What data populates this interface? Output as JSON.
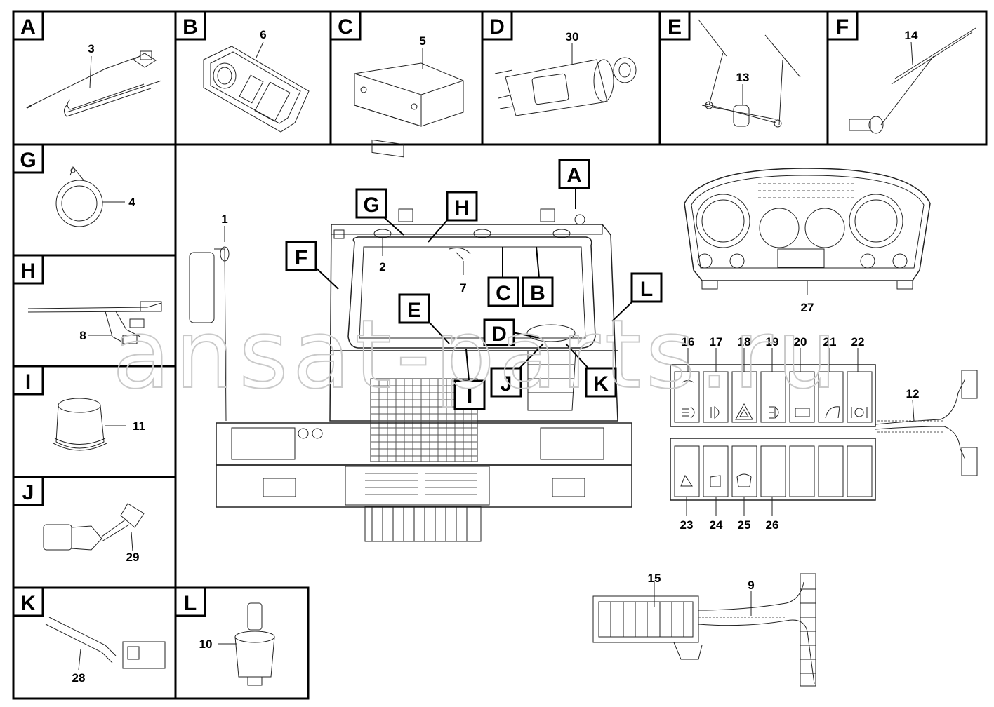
{
  "watermark": "ansat-parts.ru",
  "panels": [
    {
      "letter": "A",
      "part": "3"
    },
    {
      "letter": "B",
      "part": "6"
    },
    {
      "letter": "C",
      "part": "5"
    },
    {
      "letter": "D",
      "part": "30"
    },
    {
      "letter": "E",
      "part": "13"
    },
    {
      "letter": "F",
      "part": "14"
    },
    {
      "letter": "G",
      "part": "4"
    },
    {
      "letter": "H",
      "part": "8"
    },
    {
      "letter": "I",
      "part": "11"
    },
    {
      "letter": "J",
      "part": "29"
    },
    {
      "letter": "K",
      "part": "28"
    },
    {
      "letter": "L",
      "part": "10"
    }
  ],
  "cab_callouts": [
    "A",
    "B",
    "C",
    "D",
    "E",
    "F",
    "G",
    "H",
    "I",
    "J",
    "K",
    "L"
  ],
  "cab_parts": [
    "1",
    "2",
    "7"
  ],
  "cluster_part": "27",
  "switch_top": [
    "16",
    "17",
    "18",
    "19",
    "20",
    "21",
    "22"
  ],
  "switch_bottom": [
    "23",
    "24",
    "25",
    "26"
  ],
  "harness_part": "12",
  "fuse_parts": [
    "15",
    "9"
  ]
}
